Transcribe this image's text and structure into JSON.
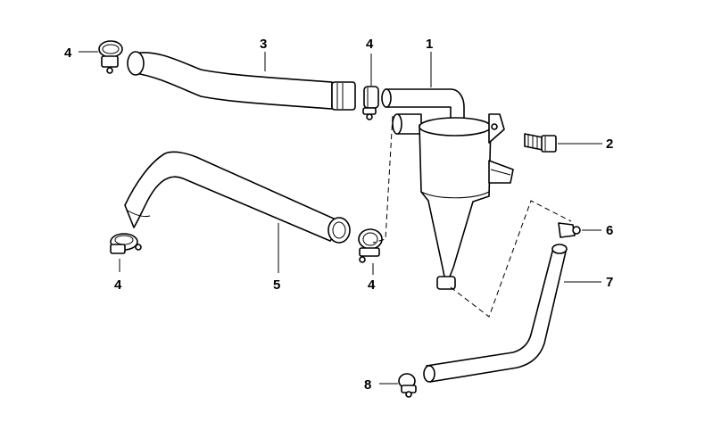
{
  "colors": {
    "line": "#000000",
    "background": "#ffffff"
  },
  "callouts": {
    "c1": "1",
    "c2": "2",
    "c3": "3",
    "c4_top_left": "4",
    "c4_top_mid": "4",
    "c4_bottom_left": "4",
    "c4_bottom_mid": "4",
    "c5": "5",
    "c6": "6",
    "c7": "7",
    "c8": "8"
  }
}
